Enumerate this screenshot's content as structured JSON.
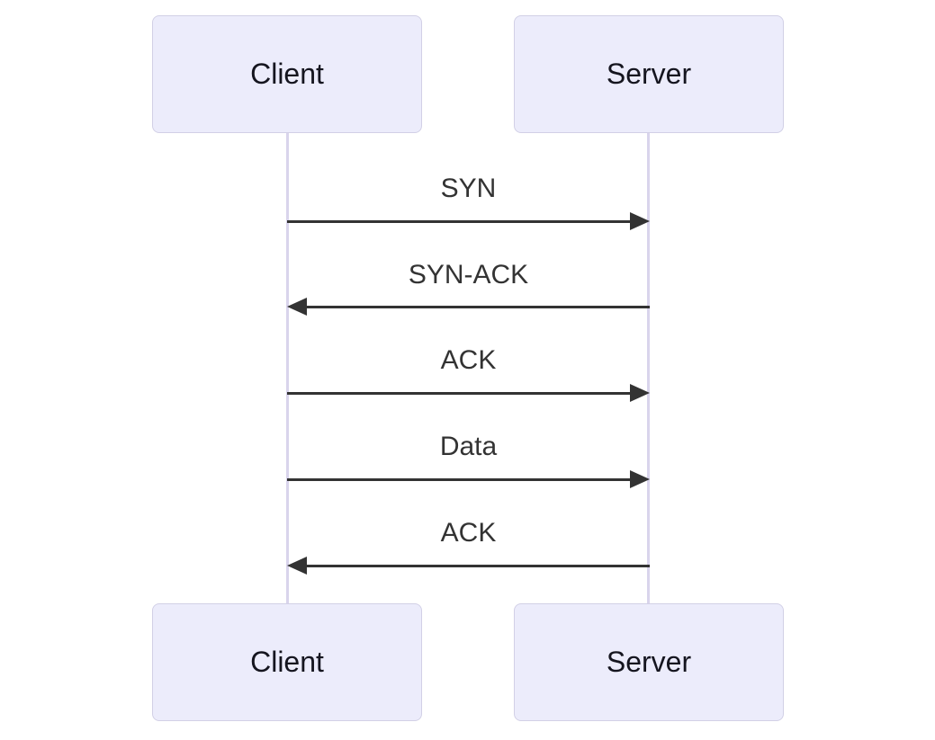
{
  "diagram": {
    "type": "sequence",
    "actors": [
      {
        "name": "Client"
      },
      {
        "name": "Server"
      }
    ],
    "messages": [
      {
        "from": "Client",
        "to": "Server",
        "label": "SYN",
        "direction": "right",
        "line_style": "solid",
        "arrowhead": "filled-triangle"
      },
      {
        "from": "Server",
        "to": "Client",
        "label": "SYN-ACK",
        "direction": "left",
        "line_style": "solid",
        "arrowhead": "filled-triangle"
      },
      {
        "from": "Client",
        "to": "Server",
        "label": "ACK",
        "direction": "right",
        "line_style": "solid",
        "arrowhead": "filled-triangle"
      },
      {
        "from": "Client",
        "to": "Server",
        "label": "Data",
        "direction": "right",
        "line_style": "solid",
        "arrowhead": "filled-triangle"
      },
      {
        "from": "Server",
        "to": "Client",
        "label": "ACK",
        "direction": "left",
        "line_style": "solid",
        "arrowhead": "filled-triangle"
      }
    ],
    "colors": {
      "background": "#ffffff",
      "actor_fill": "#ececfb",
      "actor_border": "#d2d0e6",
      "actor_text": "#15151f",
      "lifeline": "#d9d4ec",
      "arrow": "#333333",
      "message_text": "#333333"
    }
  }
}
